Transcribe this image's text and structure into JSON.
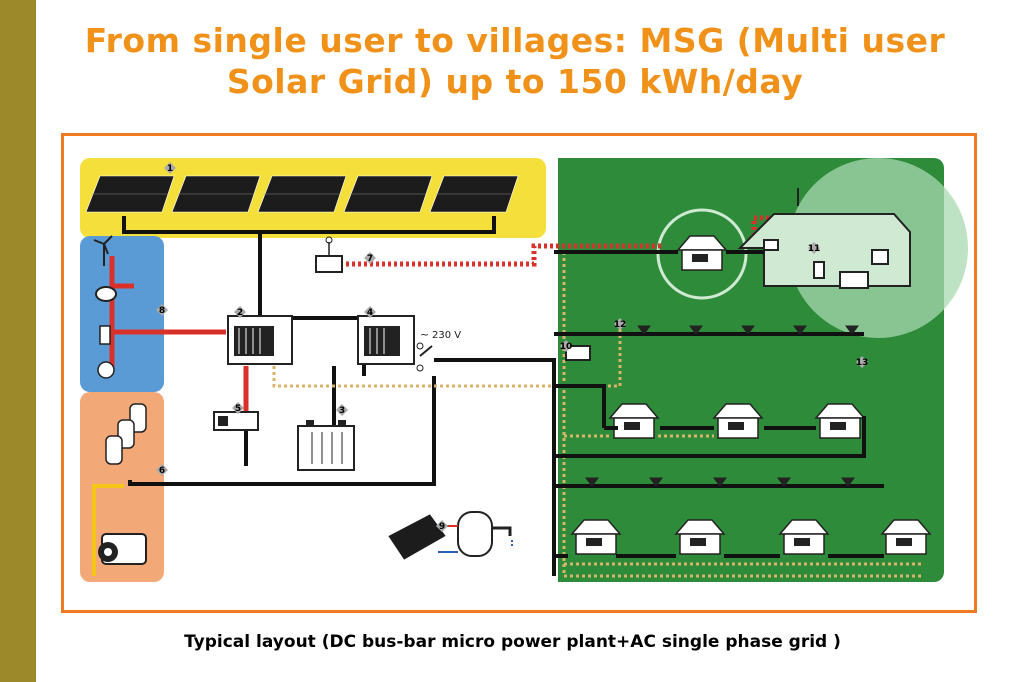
{
  "title": "From single user to villages: MSG (Multi user Solar Grid) up to 150 kWh/day",
  "caption": "Typical layout (DC bus-bar micro power plant+AC single phase grid )",
  "voltage_label": "230 V",
  "markers": [
    "1",
    "2",
    "3",
    "4",
    "5",
    "6",
    "7",
    "8",
    "9",
    "10",
    "11",
    "12",
    "13"
  ],
  "colors": {
    "accent": "#f0921a",
    "side_band": "#9c8a2a",
    "frame": "#f07a22",
    "solar_zone": "#f5e03b",
    "wind_zone": "#5b9bd5",
    "generator_zone": "#f2a977",
    "grid_zone": "#2e8b3a"
  }
}
